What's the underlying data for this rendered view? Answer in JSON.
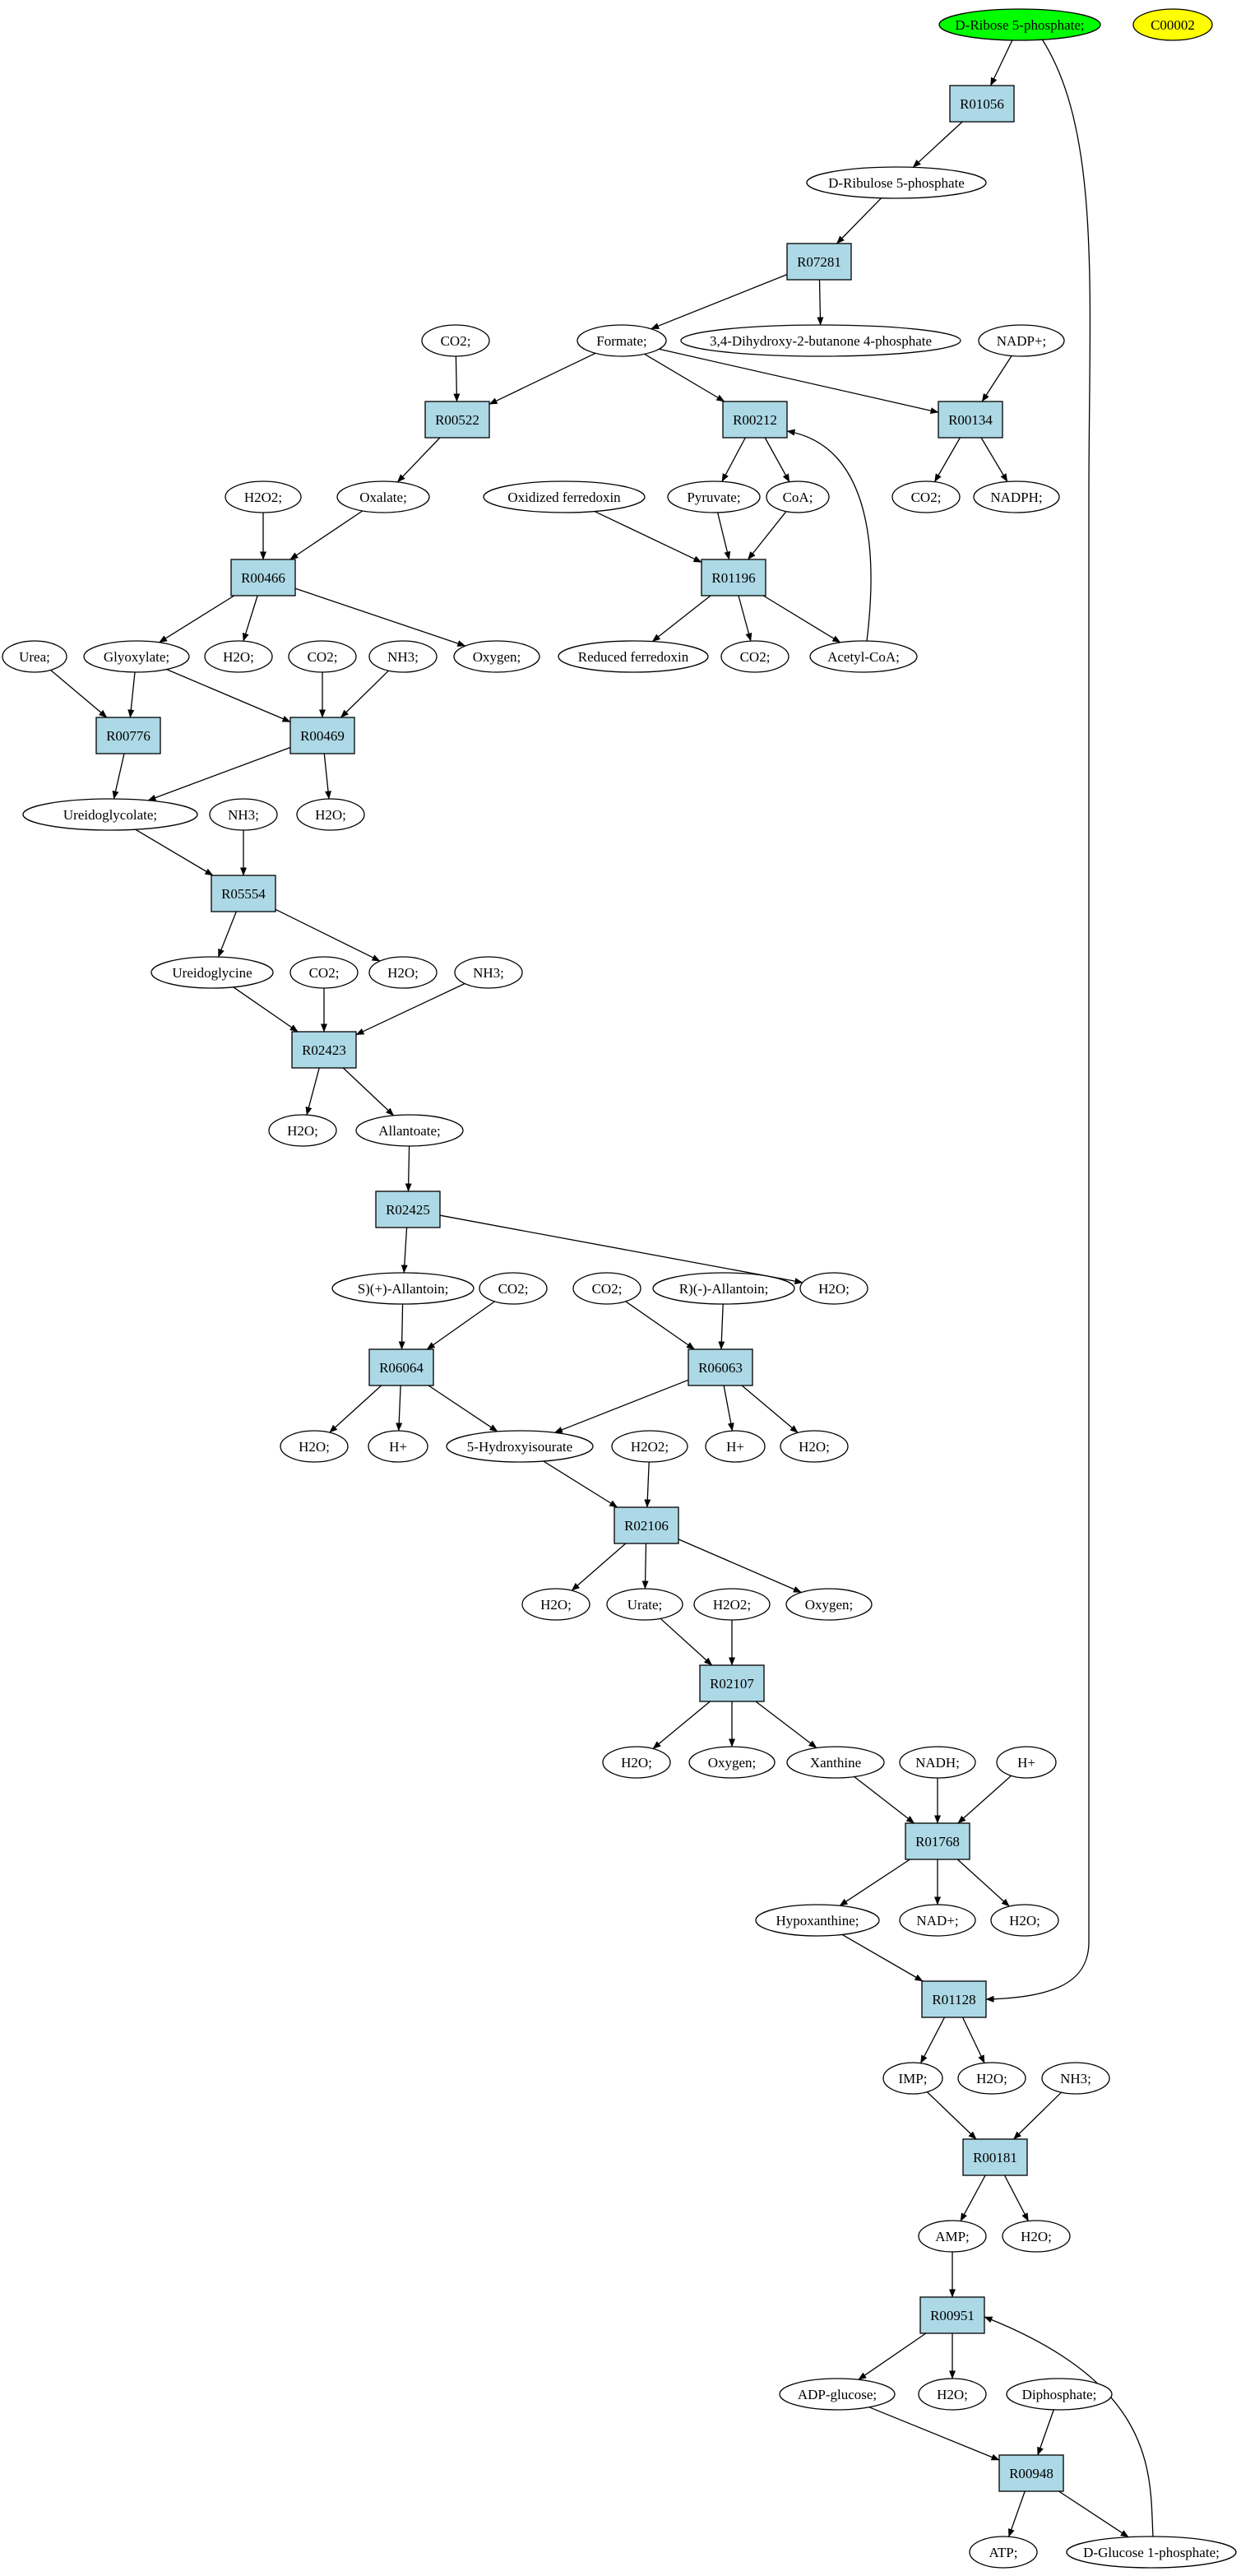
{
  "colors": {
    "reaction": "#add8e6",
    "compound": "#ffffff",
    "start_compound": "#00ff00",
    "highlight_compound": "#ffff00",
    "line": "#000000"
  },
  "nodes": {
    "c_ribose5p": {
      "label": "D-Ribose 5-phosphate;",
      "kind": "compound",
      "fill": "start_compound"
    },
    "c_c00002": {
      "label": "C00002",
      "kind": "compound",
      "fill": "highlight_compound"
    },
    "r_R01056": {
      "label": "R01056",
      "kind": "reaction"
    },
    "c_ribulose5p": {
      "label": "D-Ribulose 5-phosphate",
      "kind": "compound"
    },
    "r_R07281": {
      "label": "R07281",
      "kind": "reaction"
    },
    "c_formate": {
      "label": "Formate;",
      "kind": "compound"
    },
    "c_dhbp": {
      "label": "3,4-Dihydroxy-2-butanone 4-phosphate",
      "kind": "compound"
    },
    "c_co2_a": {
      "label": "CO2;",
      "kind": "compound"
    },
    "c_nadp": {
      "label": "NADP+;",
      "kind": "compound"
    },
    "r_R00522": {
      "label": "R00522",
      "kind": "reaction"
    },
    "r_R00212": {
      "label": "R00212",
      "kind": "reaction"
    },
    "r_R00134": {
      "label": "R00134",
      "kind": "reaction"
    },
    "c_h2o2_a": {
      "label": "H2O2;",
      "kind": "compound"
    },
    "c_oxalate": {
      "label": "Oxalate;",
      "kind": "compound"
    },
    "c_oxfd": {
      "label": "Oxidized ferredoxin",
      "kind": "compound"
    },
    "c_pyruvate": {
      "label": "Pyruvate;",
      "kind": "compound"
    },
    "c_coa": {
      "label": "CoA;",
      "kind": "compound"
    },
    "c_co2_b": {
      "label": "CO2;",
      "kind": "compound"
    },
    "c_nadph": {
      "label": "NADPH;",
      "kind": "compound"
    },
    "r_R00466": {
      "label": "R00466",
      "kind": "reaction"
    },
    "r_R01196": {
      "label": "R01196",
      "kind": "reaction"
    },
    "c_urea": {
      "label": "Urea;",
      "kind": "compound"
    },
    "c_glyoxylate": {
      "label": "Glyoxylate;",
      "kind": "compound"
    },
    "c_h2o_a": {
      "label": "H2O;",
      "kind": "compound"
    },
    "c_co2_c": {
      "label": "CO2;",
      "kind": "compound"
    },
    "c_nh3_a": {
      "label": "NH3;",
      "kind": "compound"
    },
    "c_oxygen_a": {
      "label": "Oxygen;",
      "kind": "compound"
    },
    "c_redfd": {
      "label": "Reduced ferredoxin",
      "kind": "compound"
    },
    "c_co2_d": {
      "label": "CO2;",
      "kind": "compound"
    },
    "c_acetylcoa": {
      "label": "Acetyl-CoA;",
      "kind": "compound"
    },
    "r_R00776": {
      "label": "R00776",
      "kind": "reaction"
    },
    "r_R00469": {
      "label": "R00469",
      "kind": "reaction"
    },
    "c_ureidoglycolate": {
      "label": "Ureidoglycolate;",
      "kind": "compound"
    },
    "c_nh3_b": {
      "label": "NH3;",
      "kind": "compound"
    },
    "c_h2o_b": {
      "label": "H2O;",
      "kind": "compound"
    },
    "r_R05554": {
      "label": "R05554",
      "kind": "reaction"
    },
    "c_ureidoglycine": {
      "label": "Ureidoglycine",
      "kind": "compound"
    },
    "c_co2_e": {
      "label": "CO2;",
      "kind": "compound"
    },
    "c_h2o_c": {
      "label": "H2O;",
      "kind": "compound"
    },
    "c_nh3_c": {
      "label": "NH3;",
      "kind": "compound"
    },
    "r_R02423": {
      "label": "R02423",
      "kind": "reaction"
    },
    "c_h2o_d": {
      "label": "H2O;",
      "kind": "compound"
    },
    "c_allantoate": {
      "label": "Allantoate;",
      "kind": "compound"
    },
    "r_R02425": {
      "label": "R02425",
      "kind": "reaction"
    },
    "c_sallantoin": {
      "label": "S)(+)-Allantoin;",
      "kind": "compound"
    },
    "c_co2_f": {
      "label": "CO2;",
      "kind": "compound"
    },
    "c_co2_g": {
      "label": "CO2;",
      "kind": "compound"
    },
    "c_rallantoin": {
      "label": "R)(-)-Allantoin;",
      "kind": "compound"
    },
    "c_h2o_e": {
      "label": "H2O;",
      "kind": "compound"
    },
    "r_R06064": {
      "label": "R06064",
      "kind": "reaction"
    },
    "r_R06063": {
      "label": "R06063",
      "kind": "reaction"
    },
    "c_h2o_f": {
      "label": "H2O;",
      "kind": "compound"
    },
    "c_hplus_a": {
      "label": "H+",
      "kind": "compound"
    },
    "c_hiu": {
      "label": "5-Hydroxyisourate",
      "kind": "compound"
    },
    "c_h2o2_b": {
      "label": "H2O2;",
      "kind": "compound"
    },
    "c_hplus_b": {
      "label": "H+",
      "kind": "compound"
    },
    "c_h2o_g": {
      "label": "H2O;",
      "kind": "compound"
    },
    "r_R02106": {
      "label": "R02106",
      "kind": "reaction"
    },
    "c_h2o_h": {
      "label": "H2O;",
      "kind": "compound"
    },
    "c_urate": {
      "label": "Urate;",
      "kind": "compound"
    },
    "c_h2o2_c": {
      "label": "H2O2;",
      "kind": "compound"
    },
    "c_oxygen_b": {
      "label": "Oxygen;",
      "kind": "compound"
    },
    "r_R02107": {
      "label": "R02107",
      "kind": "reaction"
    },
    "c_h2o_i": {
      "label": "H2O;",
      "kind": "compound"
    },
    "c_oxygen_c": {
      "label": "Oxygen;",
      "kind": "compound"
    },
    "c_xanthine": {
      "label": "Xanthine",
      "kind": "compound"
    },
    "c_nadh": {
      "label": "NADH;",
      "kind": "compound"
    },
    "c_hplus_c": {
      "label": "H+",
      "kind": "compound"
    },
    "r_R01768": {
      "label": "R01768",
      "kind": "reaction"
    },
    "c_hypoxanthine": {
      "label": "Hypoxanthine;",
      "kind": "compound"
    },
    "c_nad": {
      "label": "NAD+;",
      "kind": "compound"
    },
    "c_h2o_j": {
      "label": "H2O;",
      "kind": "compound"
    },
    "r_R01128": {
      "label": "R01128",
      "kind": "reaction"
    },
    "c_imp": {
      "label": "IMP;",
      "kind": "compound"
    },
    "c_h2o_k": {
      "label": "H2O;",
      "kind": "compound"
    },
    "c_nh3_d": {
      "label": "NH3;",
      "kind": "compound"
    },
    "r_R00181": {
      "label": "R00181",
      "kind": "reaction"
    },
    "c_amp": {
      "label": "AMP;",
      "kind": "compound"
    },
    "c_h2o_l": {
      "label": "H2O;",
      "kind": "compound"
    },
    "r_R00951": {
      "label": "R00951",
      "kind": "reaction"
    },
    "c_adpglucose": {
      "label": "ADP-glucose;",
      "kind": "compound"
    },
    "c_h2o_m": {
      "label": "H2O;",
      "kind": "compound"
    },
    "c_diphosphate": {
      "label": "Diphosphate;",
      "kind": "compound"
    },
    "r_R00948": {
      "label": "R00948",
      "kind": "reaction"
    },
    "c_atp": {
      "label": "ATP;",
      "kind": "compound"
    },
    "c_glc1p": {
      "label": "D-Glucose 1-phosphate;",
      "kind": "compound"
    }
  },
  "edges": [
    [
      "c_ribose5p",
      "r_R01056"
    ],
    [
      "c_ribose5p",
      "r_R01128"
    ],
    [
      "r_R01056",
      "c_ribulose5p"
    ],
    [
      "c_ribulose5p",
      "r_R07281"
    ],
    [
      "r_R07281",
      "c_formate"
    ],
    [
      "r_R07281",
      "c_dhbp"
    ],
    [
      "c_formate",
      "r_R00522"
    ],
    [
      "c_formate",
      "r_R00212"
    ],
    [
      "c_formate",
      "r_R00134"
    ],
    [
      "c_co2_a",
      "r_R00522"
    ],
    [
      "c_nadp",
      "r_R00134"
    ],
    [
      "r_R00522",
      "c_oxalate"
    ],
    [
      "r_R00212",
      "c_pyruvate"
    ],
    [
      "r_R00212",
      "c_coa"
    ],
    [
      "r_R00134",
      "c_co2_b"
    ],
    [
      "r_R00134",
      "c_nadph"
    ],
    [
      "c_h2o2_a",
      "r_R00466"
    ],
    [
      "c_oxalate",
      "r_R00466"
    ],
    [
      "c_oxfd",
      "r_R01196"
    ],
    [
      "c_pyruvate",
      "r_R01196"
    ],
    [
      "c_coa",
      "r_R01196"
    ],
    [
      "r_R00466",
      "c_glyoxylate"
    ],
    [
      "r_R00466",
      "c_h2o_a"
    ],
    [
      "r_R00466",
      "c_oxygen_a"
    ],
    [
      "r_R01196",
      "c_redfd"
    ],
    [
      "r_R01196",
      "c_co2_d"
    ],
    [
      "r_R01196",
      "c_acetylcoa"
    ],
    [
      "c_acetylcoa",
      "r_R00212"
    ],
    [
      "c_urea",
      "r_R00776"
    ],
    [
      "c_glyoxylate",
      "r_R00776"
    ],
    [
      "c_glyoxylate",
      "r_R00469"
    ],
    [
      "c_co2_c",
      "r_R00469"
    ],
    [
      "c_nh3_a",
      "r_R00469"
    ],
    [
      "r_R00776",
      "c_ureidoglycolate"
    ],
    [
      "r_R00469",
      "c_ureidoglycolate"
    ],
    [
      "r_R00469",
      "c_h2o_b"
    ],
    [
      "c_ureidoglycolate",
      "r_R05554"
    ],
    [
      "c_nh3_b",
      "r_R05554"
    ],
    [
      "r_R05554",
      "c_ureidoglycine"
    ],
    [
      "r_R05554",
      "c_h2o_c"
    ],
    [
      "c_ureidoglycine",
      "r_R02423"
    ],
    [
      "c_co2_e",
      "r_R02423"
    ],
    [
      "c_nh3_c",
      "r_R02423"
    ],
    [
      "r_R02423",
      "c_h2o_d"
    ],
    [
      "r_R02423",
      "c_allantoate"
    ],
    [
      "c_allantoate",
      "r_R02425"
    ],
    [
      "r_R02425",
      "c_sallantoin"
    ],
    [
      "r_R02425",
      "c_h2o_e"
    ],
    [
      "c_sallantoin",
      "r_R06064"
    ],
    [
      "c_co2_f",
      "r_R06064"
    ],
    [
      "c_co2_g",
      "r_R06063"
    ],
    [
      "c_rallantoin",
      "r_R06063"
    ],
    [
      "r_R06064",
      "c_h2o_f"
    ],
    [
      "r_R06064",
      "c_hplus_a"
    ],
    [
      "r_R06064",
      "c_hiu"
    ],
    [
      "r_R06063",
      "c_hiu"
    ],
    [
      "r_R06063",
      "c_hplus_b"
    ],
    [
      "r_R06063",
      "c_h2o_g"
    ],
    [
      "c_hiu",
      "r_R02106"
    ],
    [
      "c_h2o2_b",
      "r_R02106"
    ],
    [
      "r_R02106",
      "c_h2o_h"
    ],
    [
      "r_R02106",
      "c_urate"
    ],
    [
      "r_R02106",
      "c_oxygen_b"
    ],
    [
      "c_urate",
      "r_R02107"
    ],
    [
      "c_h2o2_c",
      "r_R02107"
    ],
    [
      "r_R02107",
      "c_h2o_i"
    ],
    [
      "r_R02107",
      "c_oxygen_c"
    ],
    [
      "r_R02107",
      "c_xanthine"
    ],
    [
      "c_xanthine",
      "r_R01768"
    ],
    [
      "c_nadh",
      "r_R01768"
    ],
    [
      "c_hplus_c",
      "r_R01768"
    ],
    [
      "r_R01768",
      "c_hypoxanthine"
    ],
    [
      "r_R01768",
      "c_nad"
    ],
    [
      "r_R01768",
      "c_h2o_j"
    ],
    [
      "c_hypoxanthine",
      "r_R01128"
    ],
    [
      "r_R01128",
      "c_imp"
    ],
    [
      "r_R01128",
      "c_h2o_k"
    ],
    [
      "c_imp",
      "r_R00181"
    ],
    [
      "c_nh3_d",
      "r_R00181"
    ],
    [
      "r_R00181",
      "c_amp"
    ],
    [
      "r_R00181",
      "c_h2o_l"
    ],
    [
      "c_amp",
      "r_R00951"
    ],
    [
      "r_R00951",
      "c_adpglucose"
    ],
    [
      "r_R00951",
      "c_h2o_m"
    ],
    [
      "c_adpglucose",
      "r_R00948"
    ],
    [
      "c_diphosphate",
      "r_R00948"
    ],
    [
      "r_R00948",
      "c_atp"
    ],
    [
      "r_R00948",
      "c_glc1p"
    ],
    [
      "c_glc1p",
      "r_R00951"
    ]
  ]
}
